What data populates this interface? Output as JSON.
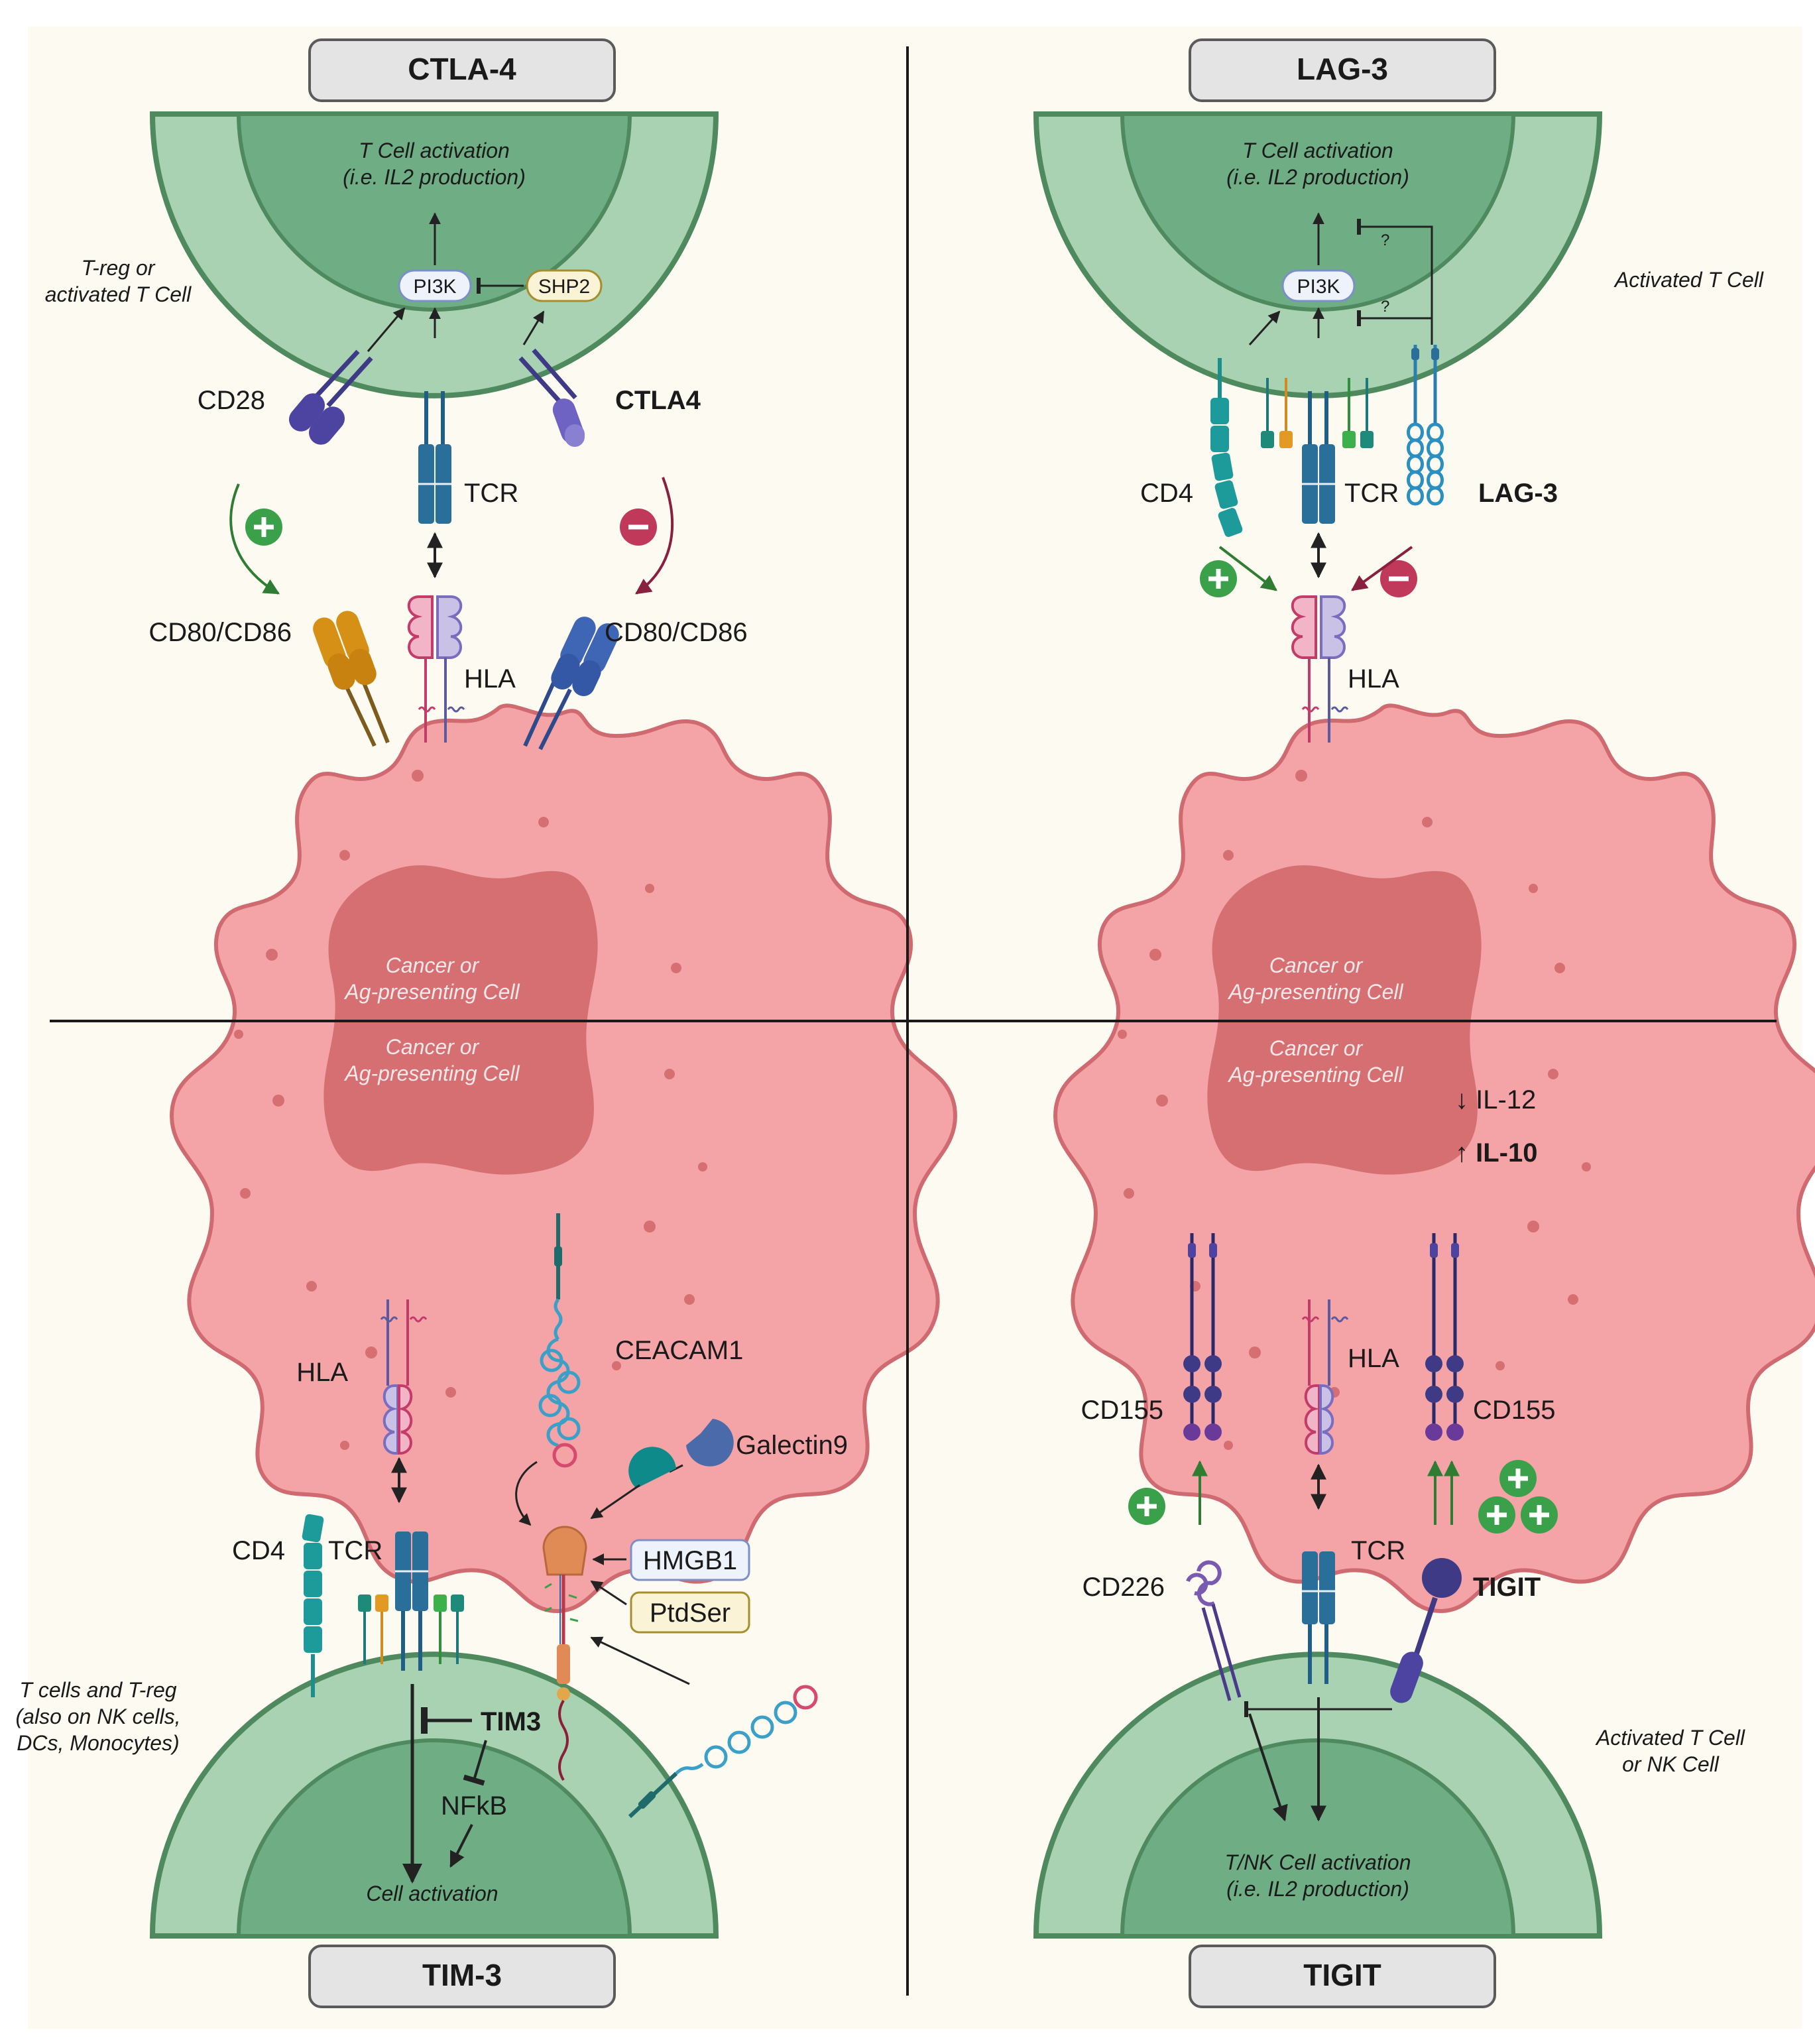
{
  "titles": {
    "ctla4": "CTLA-4",
    "lag3": "LAG-3",
    "tim3": "TIM-3",
    "tigit": "TIGIT"
  },
  "ctla4_panel": {
    "cell_label": [
      "T-reg or",
      "activated T Cell"
    ],
    "activation": [
      "T Cell activation",
      "(i.e. IL2 production)"
    ],
    "pi3k": "PI3K",
    "shp2": "SHP2",
    "cd28": "CD28",
    "ctla4": "CTLA4",
    "tcr": "TCR",
    "ligand_left": "CD80/CD86",
    "ligand_right": "CD80/CD86",
    "hla": "HLA",
    "apc": [
      "Cancer or",
      "Ag-presenting Cell"
    ]
  },
  "lag3_panel": {
    "cell_label": "Activated T Cell",
    "activation": [
      "T Cell activation",
      "(i.e. IL2 production)"
    ],
    "pi3k": "PI3K",
    "question": "?",
    "cd4": "CD4",
    "tcr": "TCR",
    "lag3": "LAG-3",
    "hla": "HLA",
    "apc": [
      "Cancer or",
      "Ag-presenting Cell"
    ]
  },
  "tim3_panel": {
    "apc": [
      "Cancer or",
      "Ag-presenting Cell"
    ],
    "hla": "HLA",
    "ceacam1": "CEACAM1",
    "galectin9": "Galectin9",
    "hmgb1": "HMGB1",
    "ptdser": "PtdSer",
    "cd4": "CD4",
    "tcr": "TCR",
    "tim3": "TIM3",
    "nfkb": "NFkB",
    "activation": "Cell activation",
    "cell_label": [
      "T cells and T-reg",
      "(also on NK cells,",
      "DCs, Monocytes)"
    ]
  },
  "tigit_panel": {
    "apc": [
      "Cancer or",
      "Ag-presenting Cell"
    ],
    "il12": "↓ IL-12",
    "il10": "↑ IL-10",
    "cd155_left": "CD155",
    "cd155_right": "CD155",
    "hla": "HLA",
    "cd226": "CD226",
    "tcr": "TCR",
    "tigit": "TIGIT",
    "cell_label": [
      "Activated T Cell",
      "or NK Cell"
    ],
    "activation": [
      "T/NK Cell activation",
      "(i.e. IL2 production)"
    ]
  },
  "colors": {
    "tcell_outer": "#a8d2b2",
    "tcell_inner": "#6fae84",
    "tcell_border": "#4f8a5f",
    "apc_body": "#f4a3a6",
    "apc_nucleus": "#d56f72",
    "apc_border": "#cf6a70",
    "plus": "#3aa04a",
    "minus": "#c0385a"
  }
}
